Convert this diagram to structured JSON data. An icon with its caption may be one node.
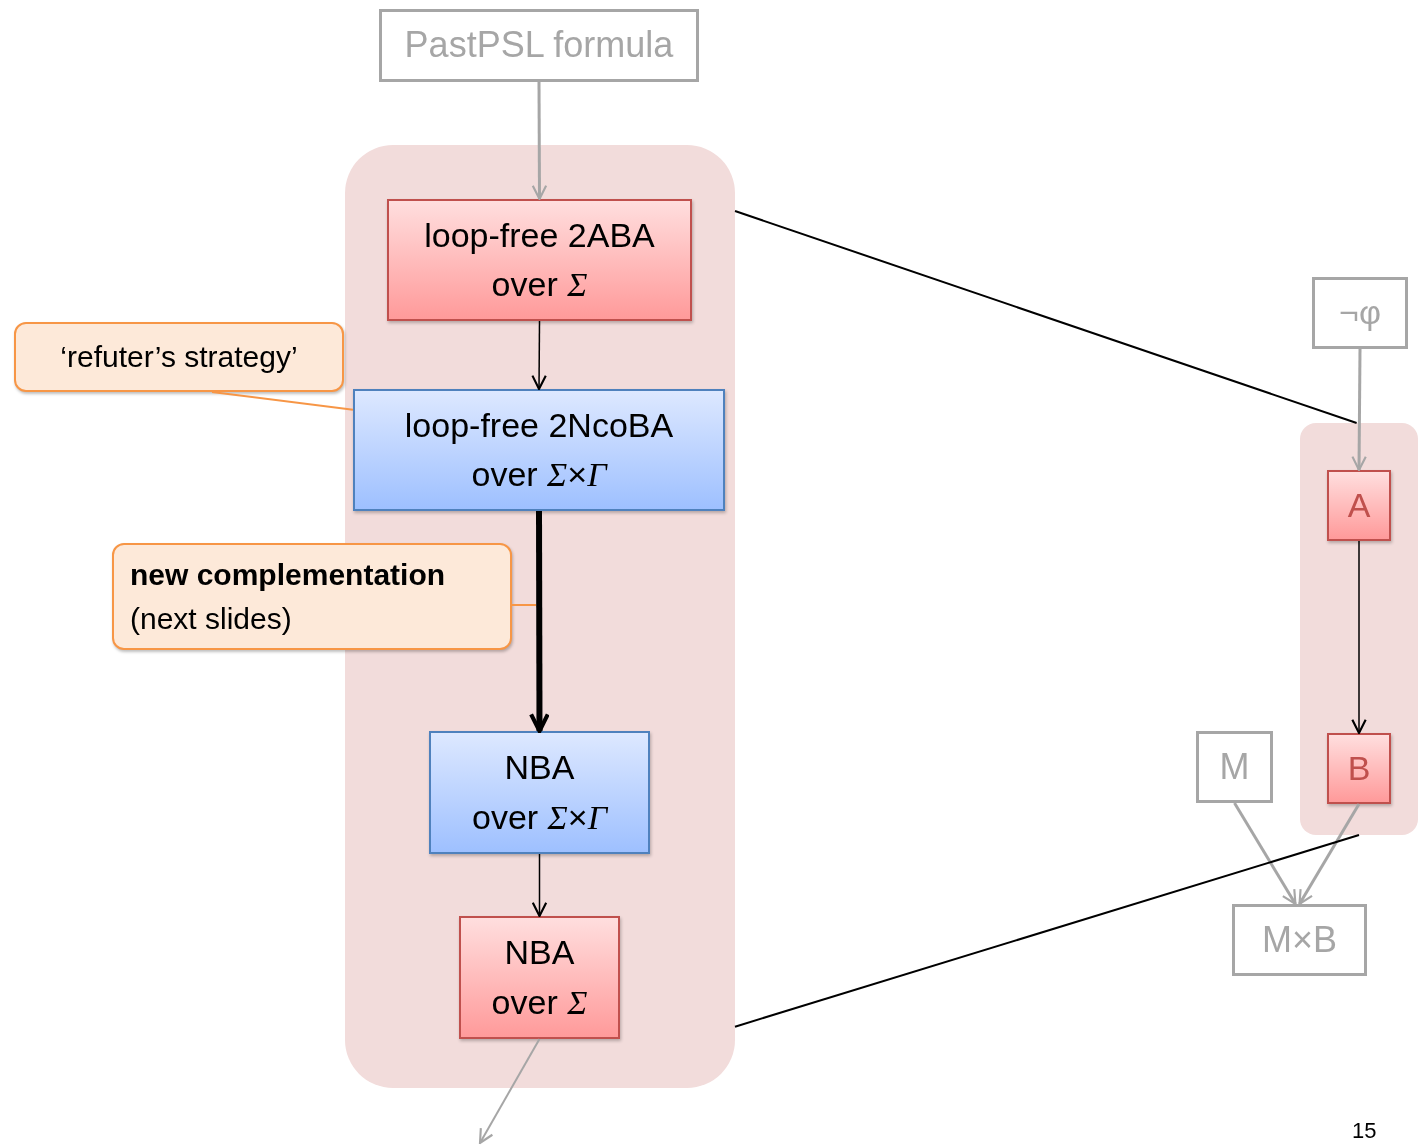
{
  "diagram": {
    "nodes": [
      {
        "text": [
          "PastPSL formula"
        ]
      },
      {
        "text": [],
        "shape": "box"
      },
      {
        "text": [
          "loop-free 2ABA over *Σ*"
        ],
        "in": 1
      },
      {
        "text": [
          "‘refuter’s strategy’"
        ]
      },
      {
        "text": [
          "loop-free 2NcoBA over *Σ*×*Γ*"
        ],
        "in": 1
      },
      {
        "text": [
          "**new complementation** (next slides)"
        ]
      },
      {
        "text": [
          "NBA over *Σ*×*Γ*"
        ],
        "in": 1
      },
      {
        "text": [
          "NBA over *Σ*"
        ],
        "in": 1
      },
      {
        "text": [
          "¬φ"
        ]
      },
      {
        "text": [],
        "shape": "box"
      },
      {
        "text": [
          "A"
        ],
        "in": 9
      },
      {
        "text": [
          "B"
        ],
        "in": 9
      },
      {
        "text": [
          "M"
        ]
      },
      {
        "text": [
          "M×B"
        ]
      }
    ],
    "edges": [
      {
        "from": 0,
        "to": 2,
        "arrow": "to",
        "color": "#a6a6a6"
      },
      {
        "from": 2,
        "to": 4,
        "arrow": "to"
      },
      {
        "from": 4,
        "to": 6,
        "arrow": "to",
        "style": "thick"
      },
      {
        "from": 6,
        "to": 7,
        "arrow": "to"
      },
      {
        "from": 7,
        "to": null,
        "arrow": "to",
        "color": "#a6a6a6"
      },
      {
        "from": 8,
        "to": 10,
        "arrow": "to",
        "color": "#a6a6a6"
      },
      {
        "from": 10,
        "to": 11,
        "arrow": "to"
      },
      {
        "from": 12,
        "to": 13,
        "arrow": "to",
        "color": "#a6a6a6"
      },
      {
        "from": 11,
        "to": 13,
        "arrow": "to",
        "color": "#a6a6a6"
      },
      {
        "from": 1,
        "to": 9,
        "arrow": "none"
      },
      {
        "from": 1,
        "to": 9,
        "arrow": "none"
      },
      {
        "from": 3,
        "to": 4,
        "arrow": "none",
        "color": "#f79646"
      },
      {
        "from": 5,
        "to": null,
        "arrow": "none",
        "color": "#f79646"
      }
    ],
    "labels": [
      "15"
    ]
  }
}
